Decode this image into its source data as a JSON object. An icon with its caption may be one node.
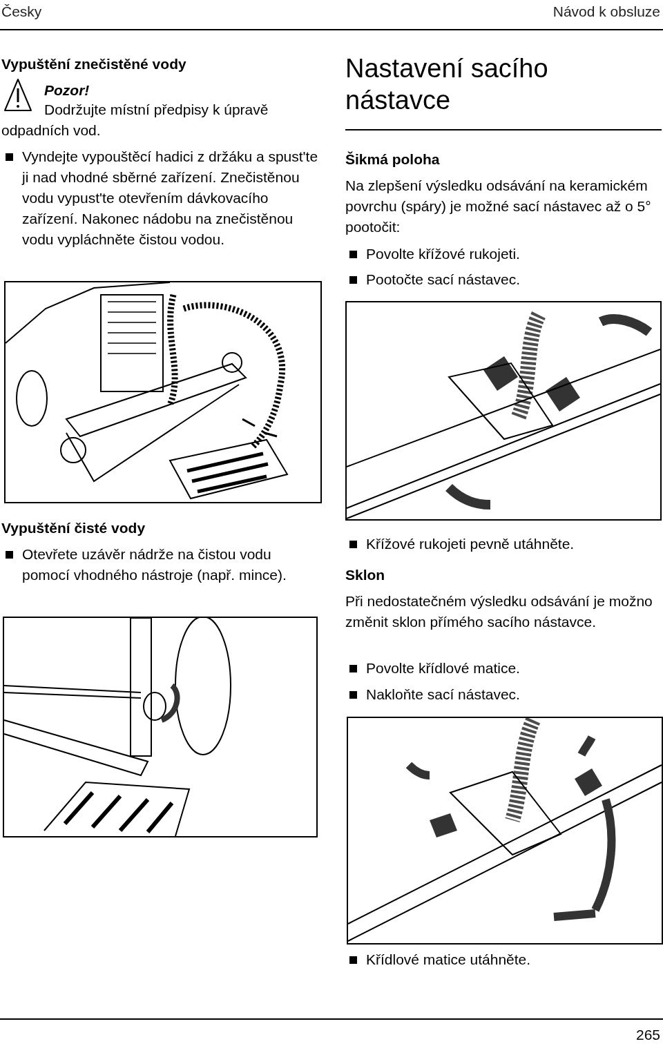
{
  "diagram": {
    "labels": [
      "Česky",
      "Návod k obsluze",
      "Vypuštění znečistěné vody",
      "Pozor!",
      "Dodržujte místní předpisy k úpravě odpadních vod.",
      "Vyndejte vypouštěcí hadici z držáku a spust'te ji nad vhodné sběrné zařízení. Znečistěnou vodu vypust'te otevřením dávkovacího zařízení. Nakonec nádobu na znečistěnou vodu vypláchněte čistou vodou.",
      "Nastavení sacího nástavce",
      "Šikmá poloha",
      "Na zlepšení výsledku odsávání na keramickém povrchu (spáry) je možné sací nástavec až o 5° pootočit:",
      "Povolte křížové rukojeti.",
      "Pootočte sací nástavec.",
      "Vypuštění čisté vody",
      "Otevřete uzávěr nádrže na čistou vodu pomocí vhodného nástroje (např. mince).",
      "Křížové rukojeti pevně utáhněte.",
      "Sklon",
      "Při nedostatečném výsledku odsávání je možno změnit sklon přímého sacího nástavce.",
      "Povolte křídlové matice.",
      "Nakloňte sací nástavec.",
      "Křídlové matice utáhněte.",
      "265"
    ]
  }
}
